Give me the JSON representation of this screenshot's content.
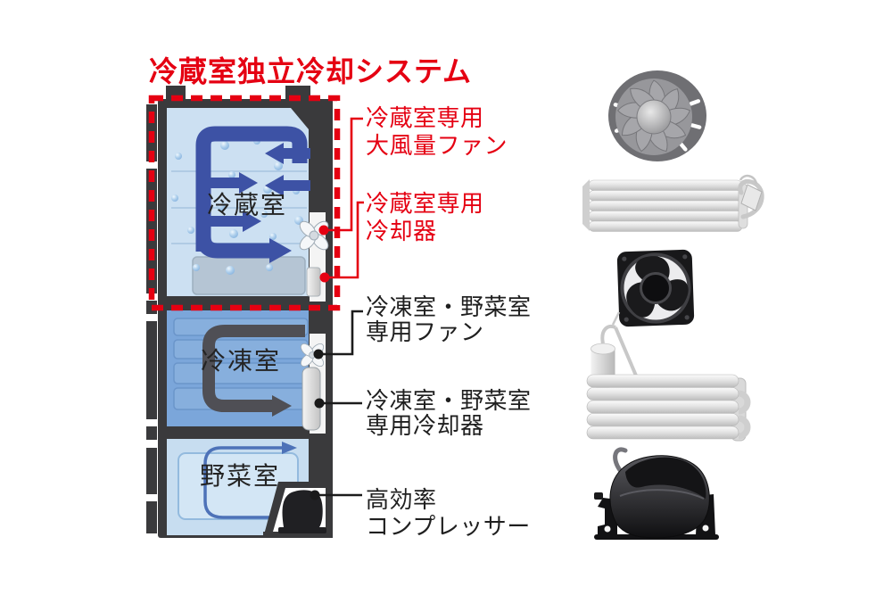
{
  "title": {
    "text": "冷蔵室独立冷却システム"
  },
  "fridge_diagram": {
    "compartments": {
      "refrigerator": {
        "label": "冷蔵室"
      },
      "freezer": {
        "label": "冷凍室"
      },
      "vegetable": {
        "label": "野菜室"
      }
    }
  },
  "callouts": {
    "fridge_fan": {
      "line1": "冷蔵室専用",
      "line2": "大風量ファン"
    },
    "fridge_cooler": {
      "line1": "冷蔵室専用",
      "line2": "冷却器"
    },
    "freezer_fan": {
      "line1": "冷凍室・野菜室",
      "line2": "専用ファン"
    },
    "freezer_cooler": {
      "line1": "冷凍室・野菜室",
      "line2": "専用冷却器"
    },
    "compressor": {
      "line1": "高効率",
      "line2": "コンプレッサー"
    }
  },
  "icons": {
    "fridge_fan_component": "centrifugal-fan-image",
    "fridge_cooler_component": "evaporator-image",
    "freezer_fan_component": "axial-fan-image",
    "freezer_cooler_component": "large-evaporator-image",
    "compressor_component": "compressor-image",
    "fridge_fan_marker": "propeller-fan-icon",
    "freezer_fan_marker": "propeller-fan-icon"
  },
  "colors": {
    "accent_red": "#e50012",
    "airflow_blue": "#3d52a5",
    "freezer_airflow_gray": "#4f4f55",
    "refrigerator_bg": "#cce0f2",
    "freezer_bg": "#7ba6da",
    "vegetable_bg": "#c7ddf0",
    "cabinet_dark": "#3a3a3c"
  }
}
